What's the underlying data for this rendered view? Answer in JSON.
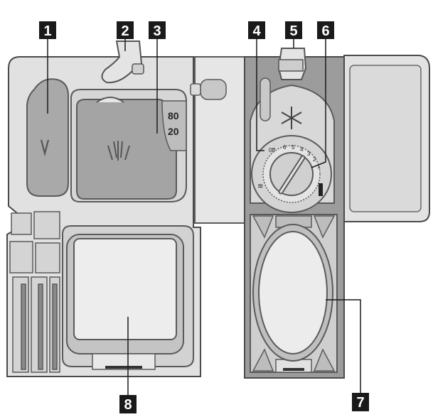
{
  "callouts": [
    {
      "number": "1",
      "name": "callout-1"
    },
    {
      "number": "2",
      "name": "callout-2"
    },
    {
      "number": "3",
      "name": "callout-3"
    },
    {
      "number": "4",
      "name": "callout-4"
    },
    {
      "number": "5",
      "name": "callout-5"
    },
    {
      "number": "6",
      "name": "callout-6"
    },
    {
      "number": "7",
      "name": "callout-7"
    },
    {
      "number": "8",
      "name": "callout-8"
    }
  ],
  "compartment_markings": {
    "fill_level_high": "80",
    "fill_level_low": "20",
    "dial_scale": [
      "0ff",
      "6",
      "5",
      "4",
      "3",
      "2",
      "1"
    ],
    "dial_mark": "≋"
  },
  "colors": {
    "body": "#e1e1e1",
    "panel": "#cfcfcf",
    "dark_panel": "#9e9e9e",
    "outline": "#4a4a4a",
    "callout_bg": "#1a1a1a",
    "callout_fg": "#ffffff"
  },
  "icons": {
    "detergent_symbol": "V-symbol-icon",
    "powder_symbol": "wash-spray-icon",
    "rinse_aid_symbol": "snowflake-star-icon"
  }
}
